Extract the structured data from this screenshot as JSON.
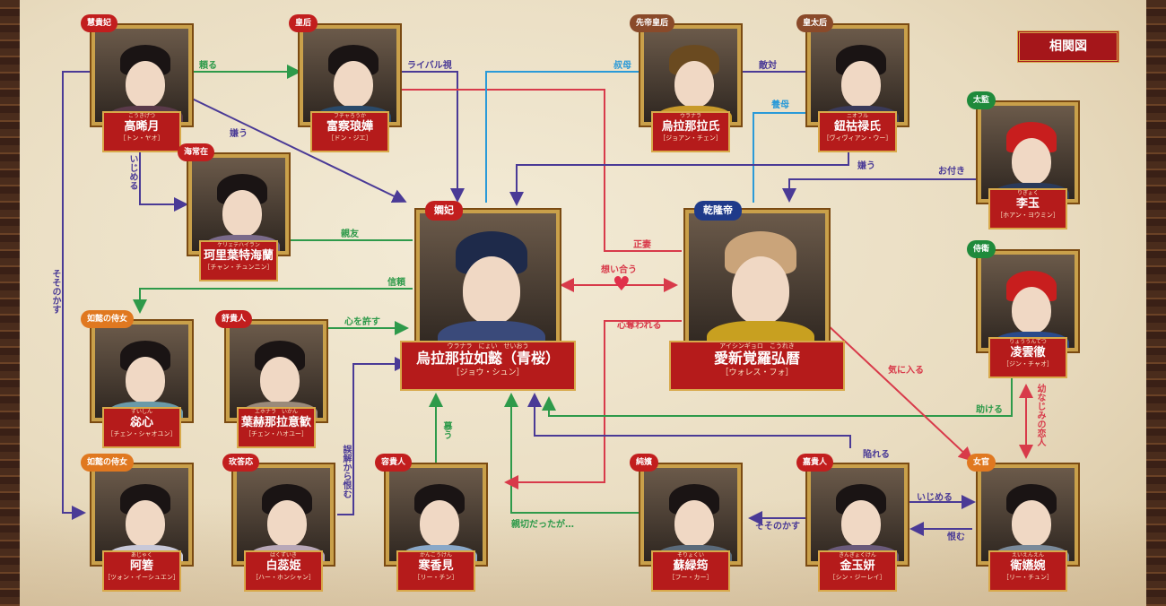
{
  "title": "相関図",
  "colors": {
    "red": "#d83a4a",
    "blue": "#4a3a96",
    "green": "#2e9a4a",
    "cyan": "#2a9ad8"
  },
  "characters": {
    "koukigetsu": {
      "tag": "慧貴妃",
      "ruby": "こうきげつ",
      "name": "高晞月",
      "actor": "［トン・ヤオ］"
    },
    "fucha": {
      "tag": "皇后",
      "ruby": "フチャろうか",
      "name": "富察琅嬅",
      "actor": "［ドン・ジエ］"
    },
    "ulanara_old": {
      "tag": "先帝皇后",
      "ruby": "ウラナラ",
      "name": "烏拉那拉氏",
      "actor": "［ジョアン・チェン］"
    },
    "niohuru": {
      "tag": "皇太后",
      "ruby": "ニオフル",
      "name": "鈕祜禄氏",
      "actor": "［ヴィヴィアン・ウー］"
    },
    "rigyoku": {
      "tag": "太監",
      "ruby": "りぎょく",
      "name": "李玉",
      "actor": "［ホアン・ヨウミン］"
    },
    "kelit": {
      "tag": "海常在",
      "ruby": "ケリェテハイラン",
      "name": "珂里葉特海蘭",
      "actor": "［チャン・チュンニン］"
    },
    "nyoi": {
      "tag": "嫻妃",
      "ruby": "ウラナラ　にょい　せいおう",
      "name": "烏拉那拉如懿（青桜）",
      "actor": "［ジョウ・シュン］"
    },
    "kenryu": {
      "tag": "乾隆帝",
      "ruby": "アイシンギョロ　こうれき",
      "name": "愛新覚羅弘暦",
      "actor": "［ウォレス・フォ］"
    },
    "ryouuntetsu": {
      "tag": "侍衛",
      "ruby": "りょううんてつ",
      "name": "凌雲徹",
      "actor": "［ジン・チャオ］"
    },
    "zuishin": {
      "tag": "如懿の侍女",
      "ruby": "ずいしん",
      "name": "惢心",
      "actor": "［チェン・シャオユン］"
    },
    "yehenara": {
      "tag": "舒貴人",
      "ruby": "エホナラ　いかん",
      "name": "葉赫那拉意歓",
      "actor": "［チェン・ハオユー］"
    },
    "ajaku": {
      "tag": "如懿の侍女",
      "ruby": "あじゃく",
      "name": "阿箬",
      "actor": "［ツォン・イーシュエン］"
    },
    "hakuzuiki": {
      "tag": "玫答応",
      "ruby": "はくずいき",
      "name": "白蕊姫",
      "actor": "［ハー・ホンシャン］"
    },
    "kankouken": {
      "tag": "容貴人",
      "ruby": "かんこうけん",
      "name": "寒香見",
      "actor": "［リー・チン］"
    },
    "soryokuki": {
      "tag": "純嬪",
      "ruby": "そりょくい",
      "name": "蘇緑筠",
      "actor": "［フー・カー］"
    },
    "kingyokuken": {
      "tag": "嘉貴人",
      "ruby": "きんぎょくけん",
      "name": "金玉妍",
      "actor": "［シン・ジーレイ］"
    },
    "eienen": {
      "tag": "女官",
      "ruby": "えいえんえん",
      "name": "衛嬿婉",
      "actor": "［リー・チュン］"
    }
  },
  "labels": {
    "tayoru": "頼る",
    "rival": "ライバル視",
    "kirau1": "嫌う",
    "ijimeru1": "いじめる",
    "shinyu": "親友",
    "sosonokasu1": "そそのかす",
    "shinrai": "信頼",
    "kokorowoyurusu": "心を許す",
    "gokai": "誤解から恨む",
    "shibou": "慕う",
    "shinsetsu": "親切だったが…",
    "sosonokasu2": "そそのかす",
    "otoshireru": "陥れる",
    "ijimeru2": "いじめる",
    "uramu": "恨む",
    "tasukeru": "助ける",
    "osananajimi": "幼なじみの恋人",
    "kiniiru": "気に入る",
    "kokorowoubawareru": "心奪われる",
    "seisai": "正妻",
    "omoiau": "想い合う",
    "shukubo": "叔母",
    "tekitai": "敵対",
    "youbo": "養母",
    "kirau2": "嫌う",
    "otsuki": "お付き"
  }
}
